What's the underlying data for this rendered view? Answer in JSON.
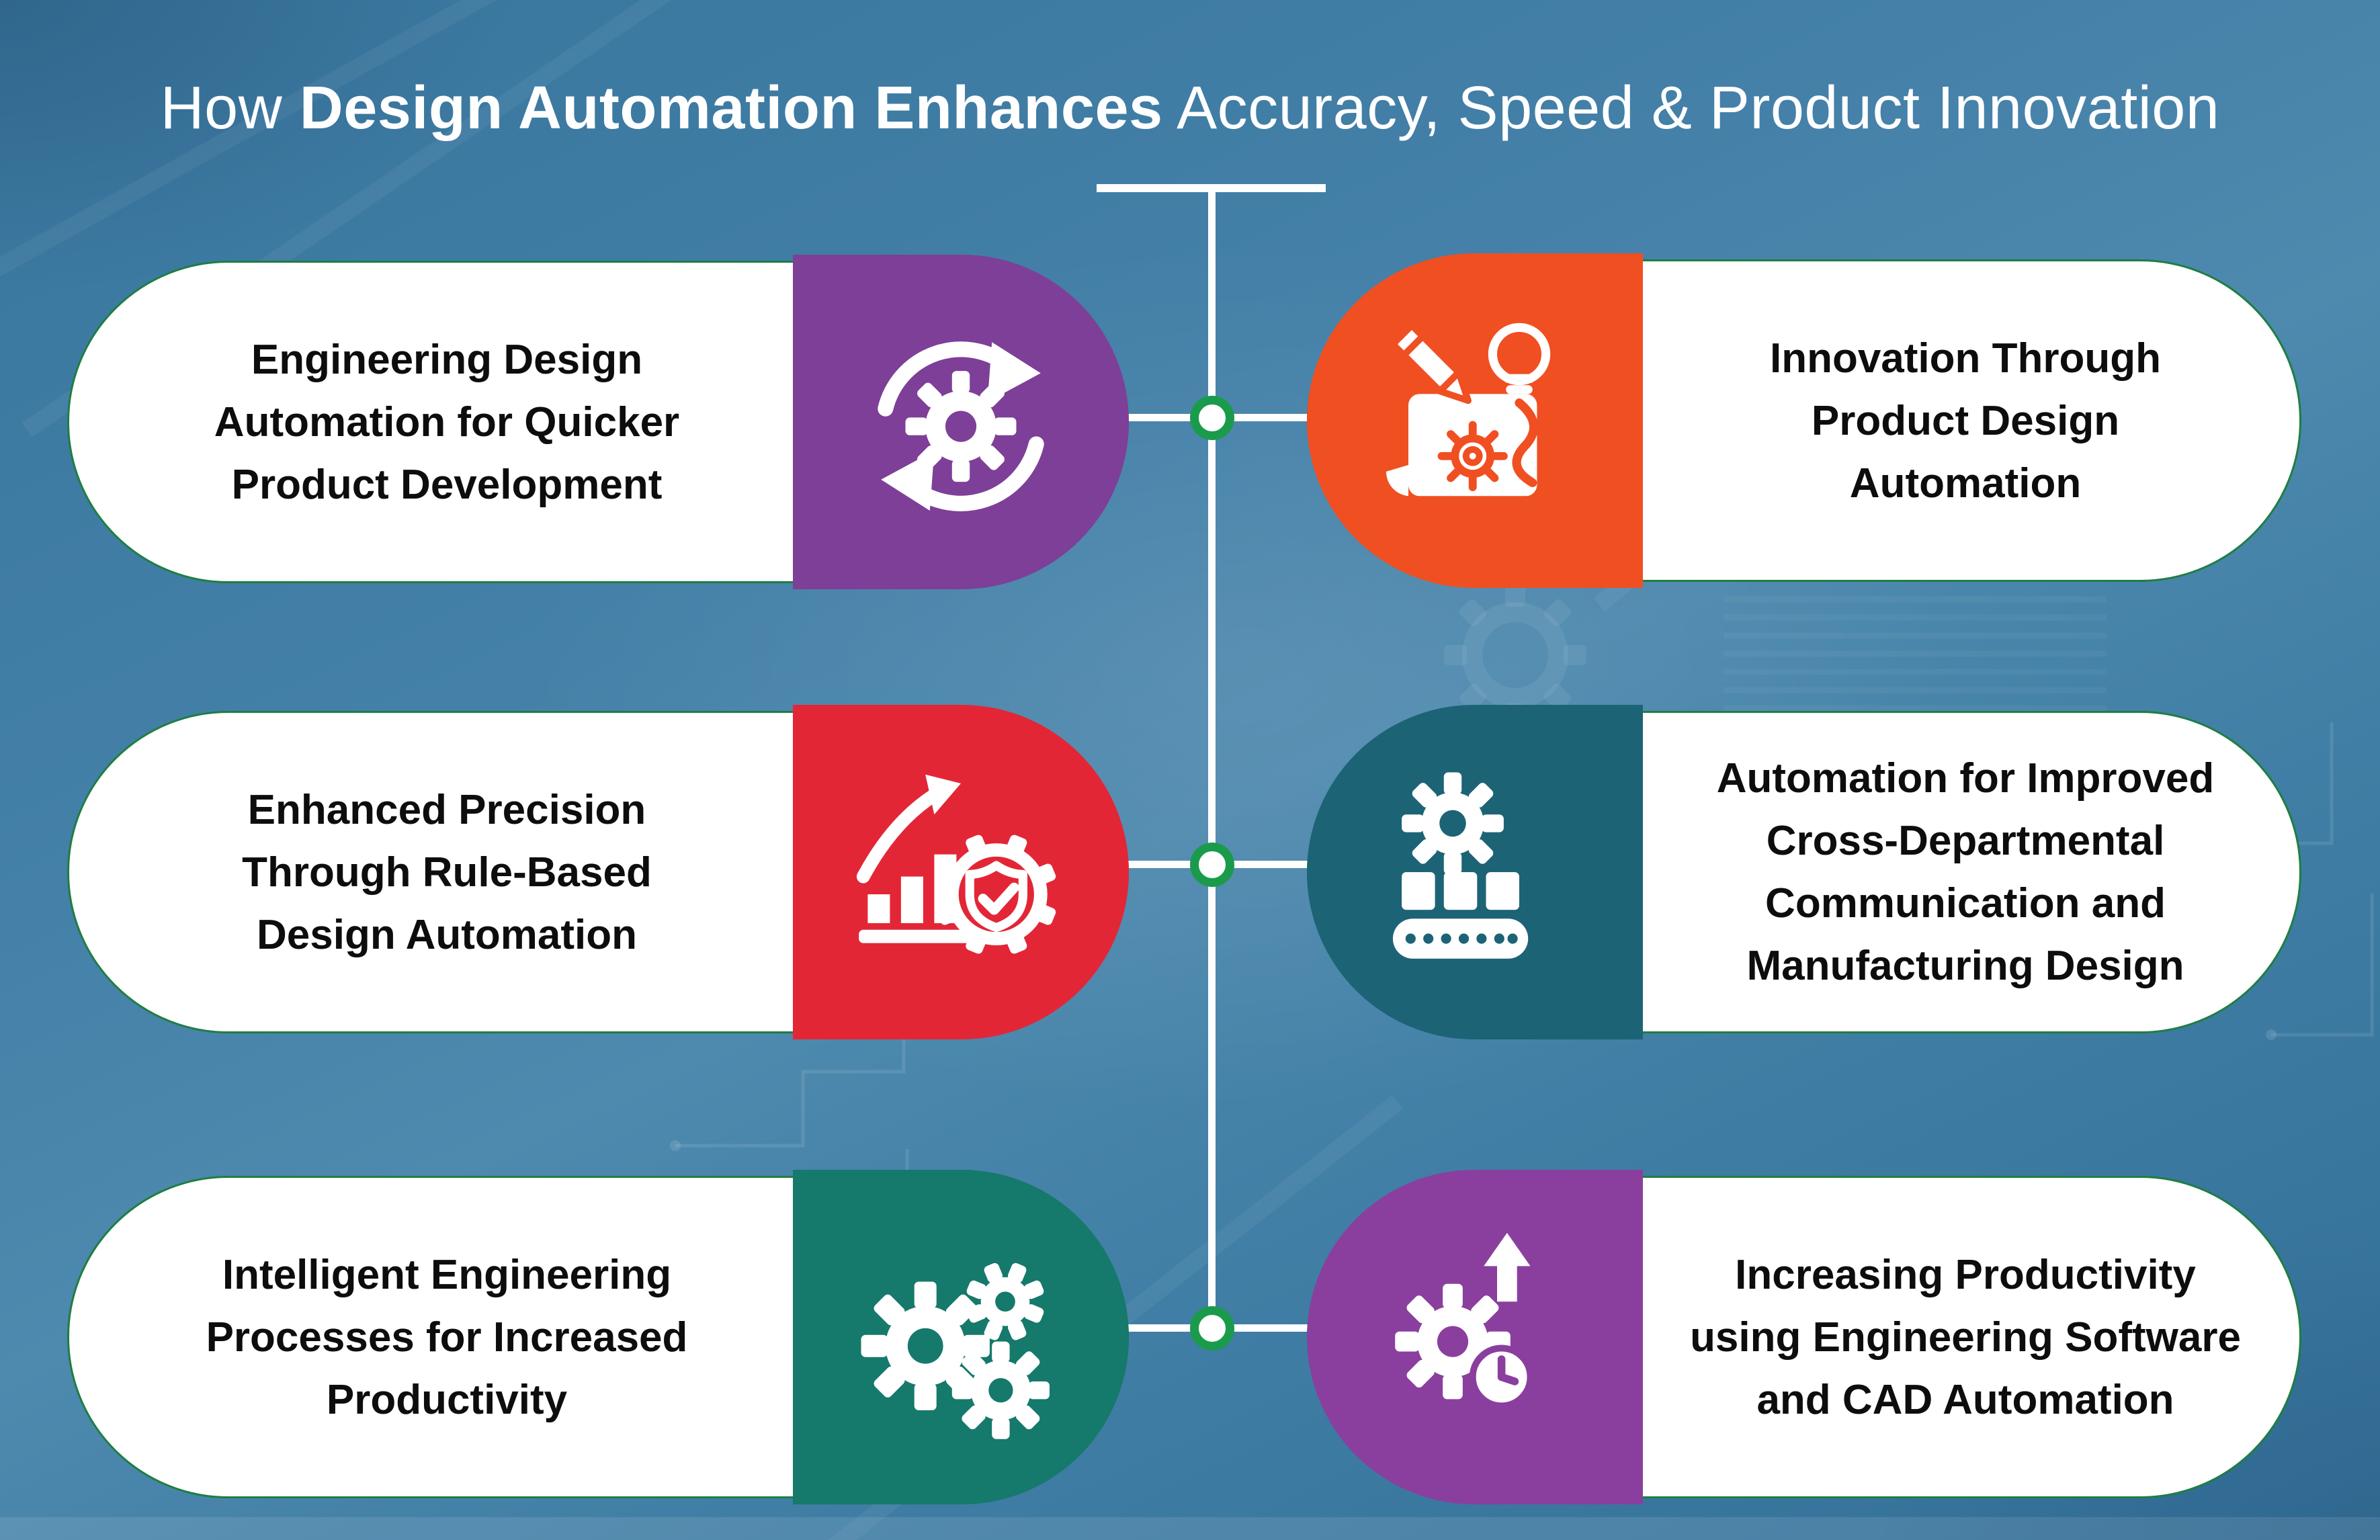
{
  "title": {
    "prefix": "How ",
    "bold": "Design Automation Enhances",
    "suffix": " Accuracy, Speed & Product Innovation"
  },
  "connector": {
    "node_count": 3,
    "node_color": "#1a9b4b",
    "line_color": "#ffffff"
  },
  "palette": {
    "background_blue": "#4480a8",
    "card_border_green": "#1e7e42",
    "card_text": "#0d0d0d",
    "card_white": "#ffffff"
  },
  "cards": [
    {
      "row": 1,
      "side": "left",
      "icon": "sync-gear-icon",
      "accent": "#7d3f98",
      "text": "Engineering Design\nAutomation for Quicker\nProduct Development"
    },
    {
      "row": 1,
      "side": "right",
      "icon": "pencil-blueprint-bulb-icon",
      "accent": "#f04f22",
      "text": "Innovation Through\nProduct Design\nAutomation"
    },
    {
      "row": 2,
      "side": "left",
      "icon": "growth-chart-shield-gear-icon",
      "accent": "#e32636",
      "text": "Enhanced Precision\nThrough Rule-Based\nDesign Automation"
    },
    {
      "row": 2,
      "side": "right",
      "icon": "conveyor-manufacturing-icon",
      "accent": "#1d6376",
      "text": "Automation for Improved\nCross-Departmental\nCommunication and\nManufacturing Design"
    },
    {
      "row": 3,
      "side": "left",
      "icon": "three-gears-icon",
      "accent": "#15796b",
      "text": "Intelligent Engineering\nProcesses for Increased\nProductivity"
    },
    {
      "row": 3,
      "side": "right",
      "icon": "gear-clock-up-arrow-icon",
      "accent": "#8a3f9e",
      "text": "Increasing Productivity\nusing Engineering Software\nand CAD Automation"
    }
  ]
}
